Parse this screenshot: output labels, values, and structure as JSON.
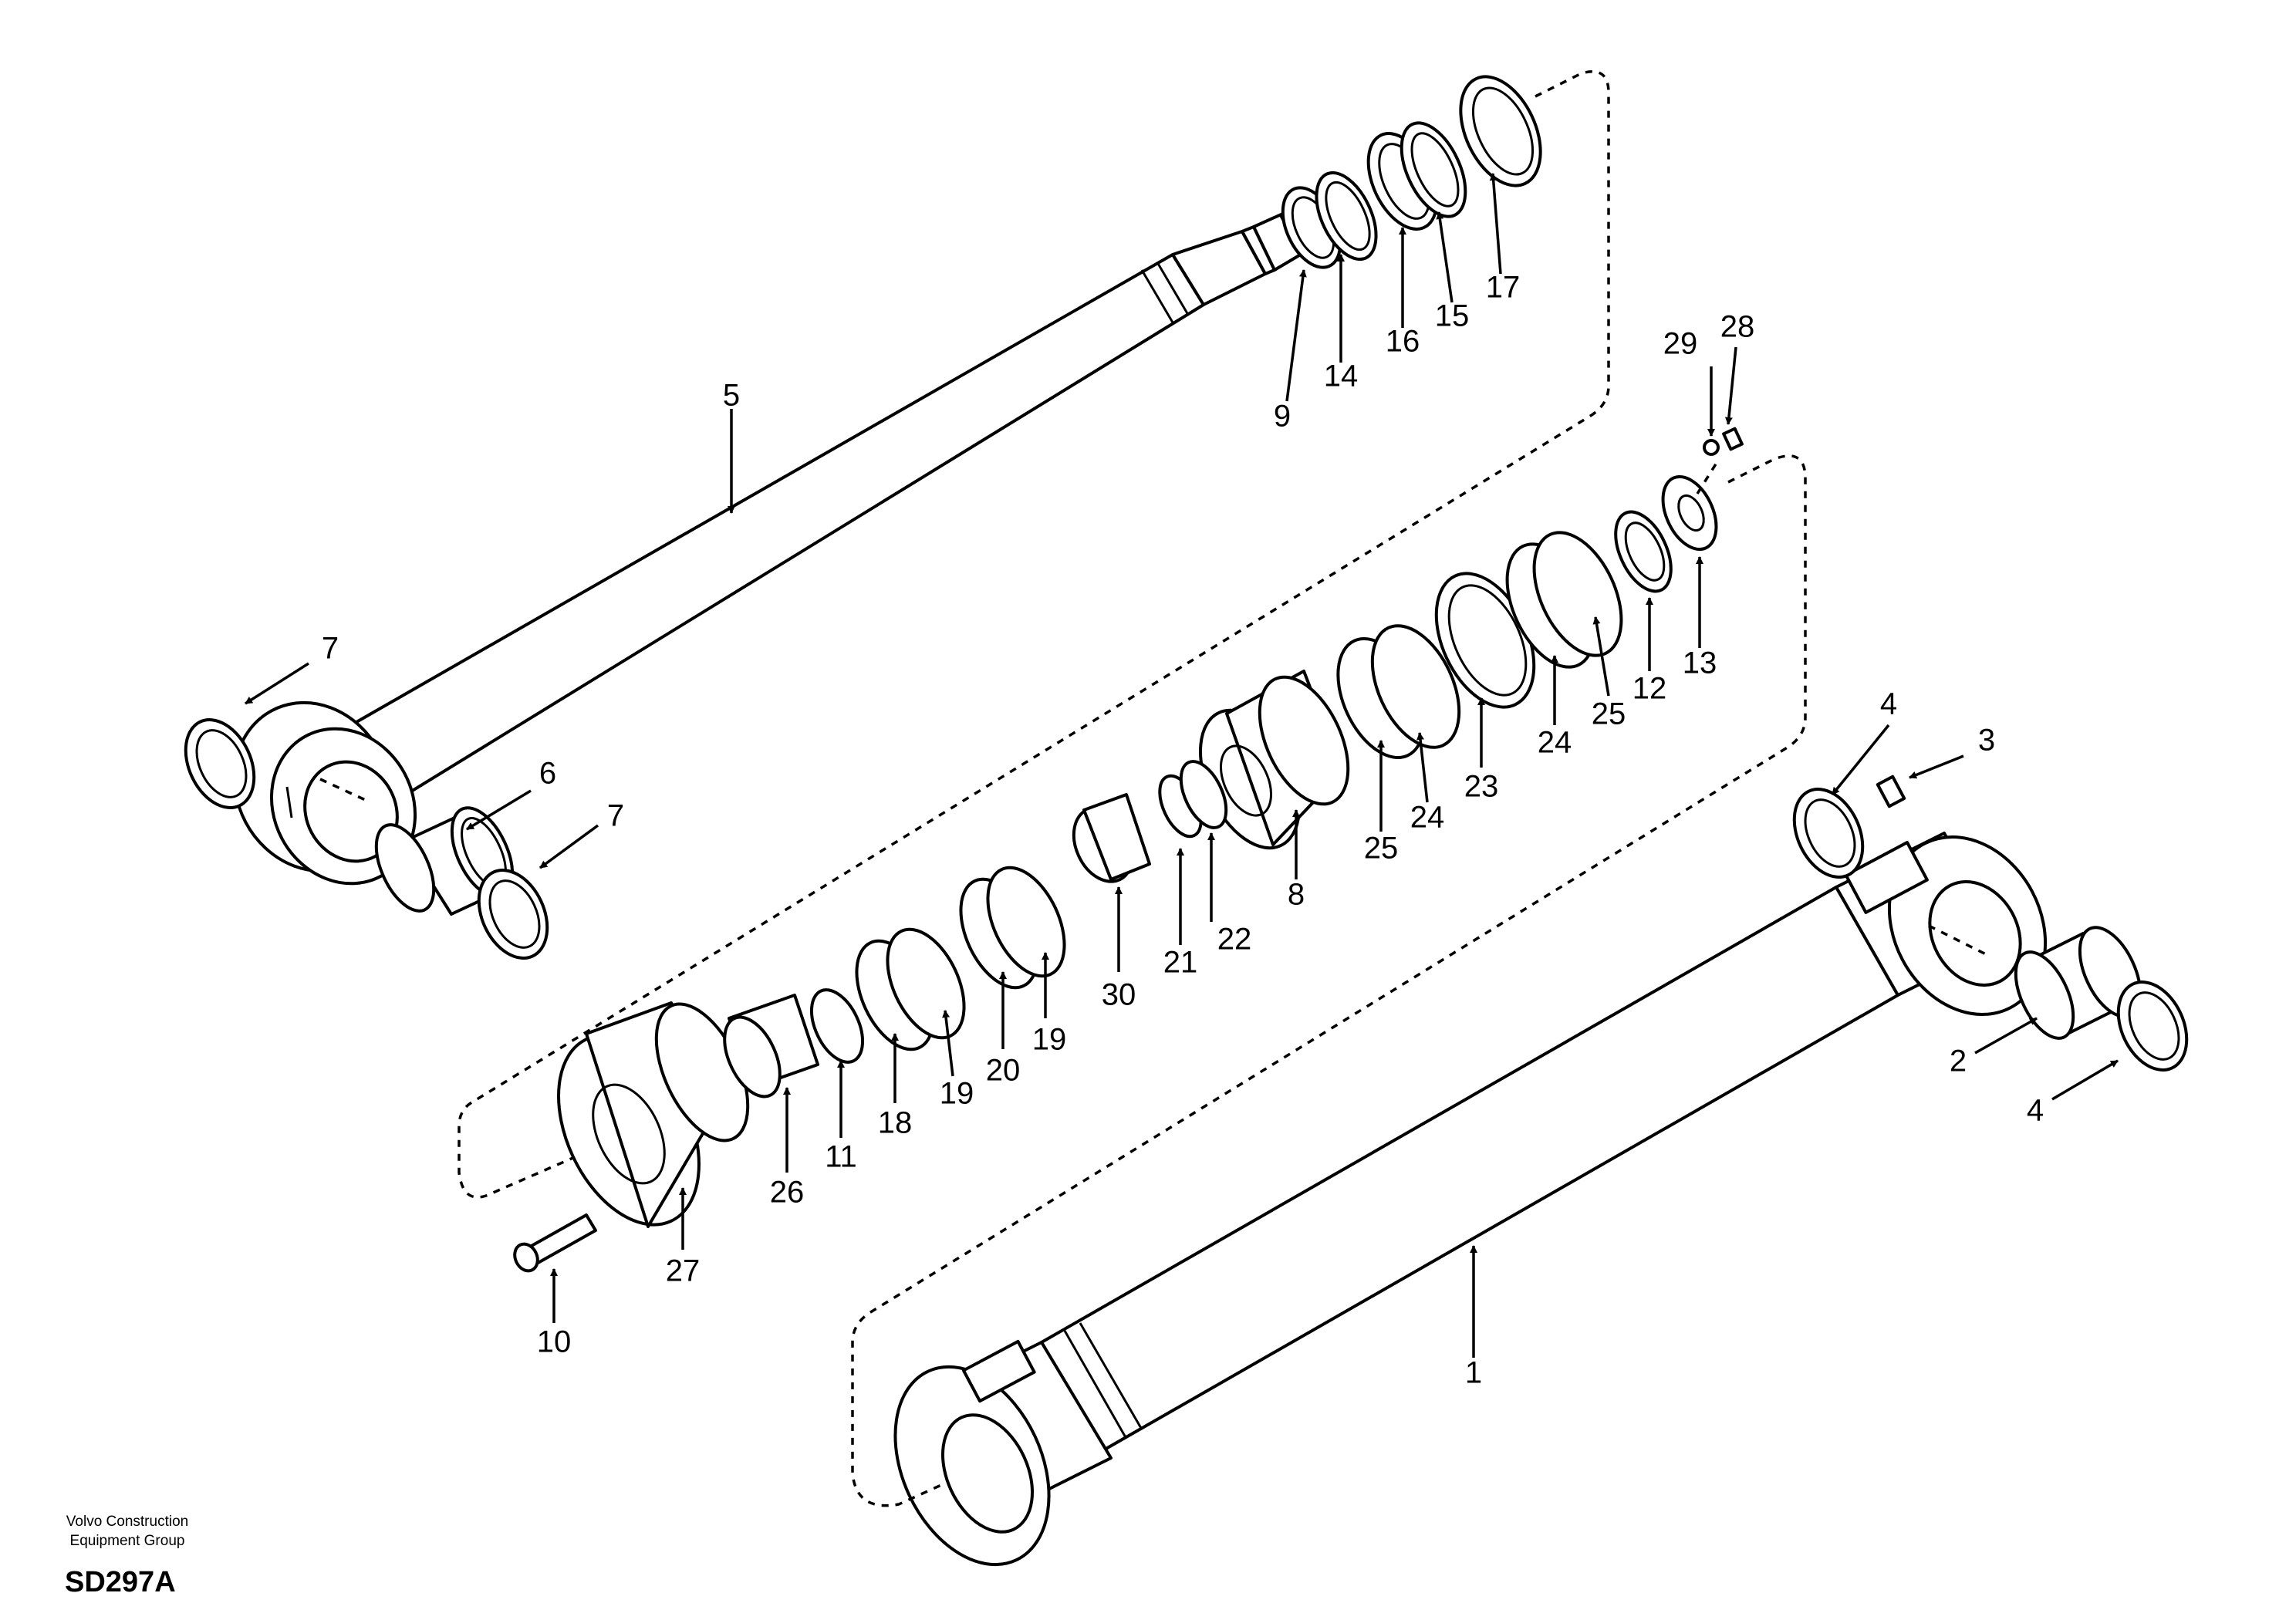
{
  "footer": {
    "company": "Volvo Construction\nEquipment Group",
    "drawing_code": "SD297A"
  },
  "callouts": {
    "p1": "1",
    "p2": "2",
    "p3": "3",
    "p4a": "4",
    "p4b": "4",
    "p5": "5",
    "p6": "6",
    "p7a": "7",
    "p7b": "7",
    "p8": "8",
    "p9": "9",
    "p10": "10",
    "p11": "11",
    "p12": "12",
    "p13": "13",
    "p14": "14",
    "p15": "15",
    "p16": "16",
    "p17": "17",
    "p18": "18",
    "p19a": "19",
    "p19b": "19",
    "p20": "20",
    "p21": "21",
    "p22": "22",
    "p23": "23",
    "p24a": "24",
    "p24b": "24",
    "p25a": "25",
    "p25b": "25",
    "p26": "26",
    "p27": "27",
    "p28": "28",
    "p29": "29",
    "p30": "30"
  }
}
